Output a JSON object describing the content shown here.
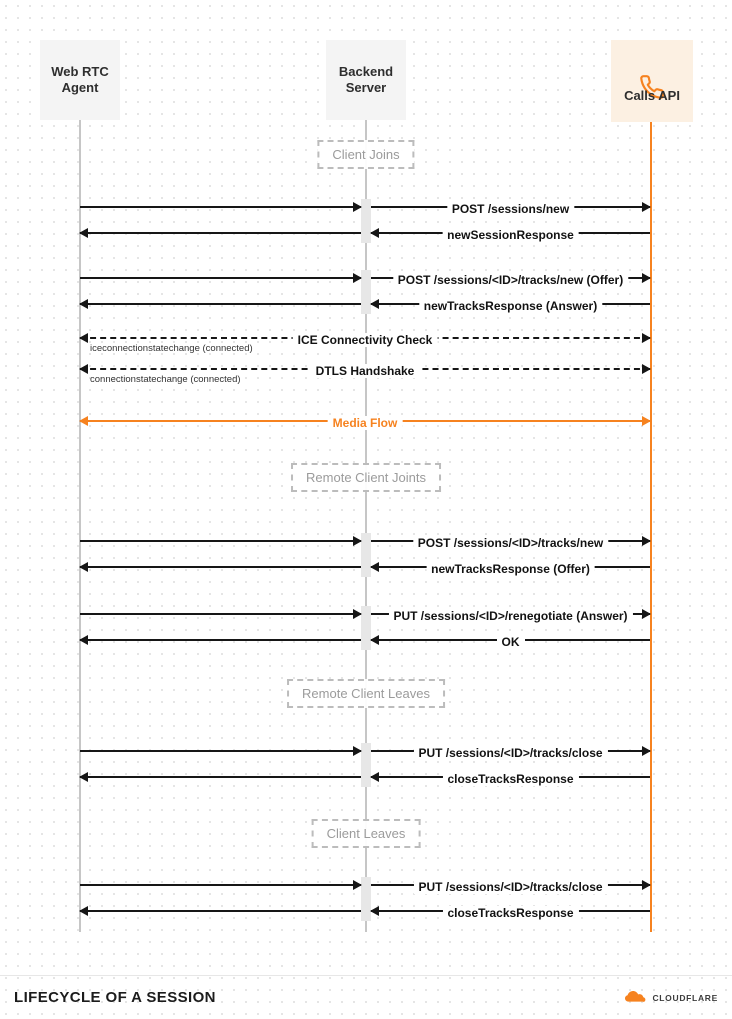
{
  "participants": [
    {
      "label": "Web RTC\nAgent"
    },
    {
      "label": "Backend\nServer"
    },
    {
      "label": "Calls API",
      "icon": "phone-icon"
    }
  ],
  "phases": [
    {
      "label": "Client Joins"
    },
    {
      "label": "Remote Client Joints"
    },
    {
      "label": "Remote Client Leaves"
    },
    {
      "label": "Client Leaves"
    }
  ],
  "messages": [
    {
      "label": "POST /sessions/new",
      "dir": "request"
    },
    {
      "label": "newSessionResponse",
      "dir": "response"
    },
    {
      "label": "POST /sessions/<ID>/tracks/new (Offer)",
      "dir": "request"
    },
    {
      "label": "newTracksResponse (Answer)",
      "dir": "response"
    },
    {
      "label": "ICE Connectivity Check",
      "dir": "bidirectional-dashed",
      "note": "iceconnectionstatechange (connected)"
    },
    {
      "label": "DTLS Handshake",
      "dir": "bidirectional-dashed",
      "note": "connectionstatechange (connected)"
    },
    {
      "label": "Media Flow",
      "dir": "bidirectional-media"
    },
    {
      "label": "POST /sessions/<ID>/tracks/new",
      "dir": "request"
    },
    {
      "label": "newTracksResponse (Offer)",
      "dir": "response"
    },
    {
      "label": "PUT /sessions/<ID>/renegotiate (Answer)",
      "dir": "request"
    },
    {
      "label": "OK",
      "dir": "response"
    },
    {
      "label": "PUT /sessions/<ID>/tracks/close",
      "dir": "request"
    },
    {
      "label": "closeTracksResponse",
      "dir": "response"
    },
    {
      "label": "PUT /sessions/<ID>/tracks/close",
      "dir": "request"
    },
    {
      "label": "closeTracksResponse",
      "dir": "response"
    }
  ],
  "footer": {
    "title": "LIFECYCLE OF A SESSION",
    "brand": "CLOUDFLARE"
  },
  "colors": {
    "accent_orange": "#f6821f",
    "arrow_black": "#161616",
    "lifeline_gray": "#c6c6c6"
  }
}
